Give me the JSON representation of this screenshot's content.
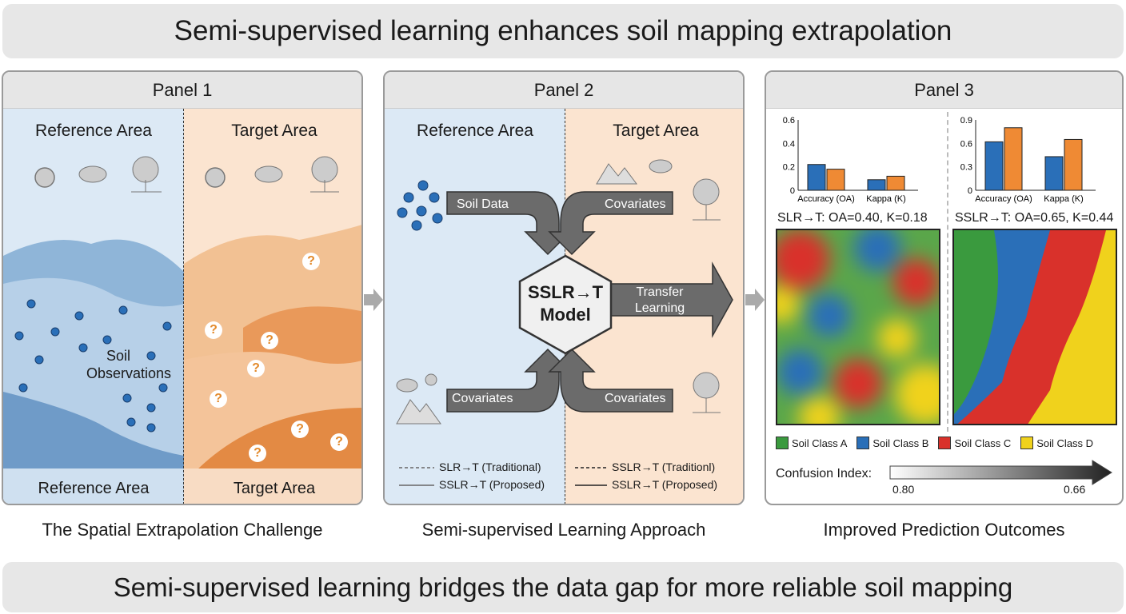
{
  "title": "Semi-supervised learning enhances soil mapping extrapolation",
  "footer": "Semi-supervised learning bridges the data gap for more reliable soil mapping",
  "panel1": {
    "header": "Panel 1",
    "ref_top": "Reference Area",
    "tgt_top": "Target Area",
    "soil_obs": "Soil Observations",
    "ref_bottom": "Reference Area",
    "tgt_bottom": "Target Area",
    "caption": "The Spatial Extrapolation Challenge",
    "question": "?"
  },
  "panel2": {
    "header": "Panel 2",
    "ref_top": "Reference Area",
    "tgt_top": "Target Area",
    "soil_data": "Soil Data",
    "covariates": "Covariates",
    "model_line1": "SSLR→T",
    "model_line2": "Model",
    "transfer": "Transfer Learning",
    "legend": [
      "SLR→T (Traditional)",
      "SSLR→T (Proposed)",
      "SSLR→T (Traditionl)",
      "SSLR→T (Proposed)"
    ],
    "caption": "Semi-supervised Learning Approach"
  },
  "panel3": {
    "header": "Panel 3",
    "caption": "Improved Prediction Outcomes",
    "map_left_title": "SLR→T: OA=0.40, K=0.18",
    "map_right_title": "SSLR→T: OA=0.65, K=0.44",
    "classes": [
      {
        "label": "Soil Class A",
        "color": "#3a9a3e"
      },
      {
        "label": "Soil Class B",
        "color": "#2a6fb8"
      },
      {
        "label": "Soil Class C",
        "color": "#d9312b"
      },
      {
        "label": "Soil Class D",
        "color": "#f0d21c"
      }
    ],
    "confusion_label": "Confusion Index:",
    "confusion_min": "0.80",
    "confusion_max": "0.66"
  },
  "chart_data": [
    {
      "type": "bar",
      "categories": [
        "Accuracy (OA)",
        "Kappa (K)"
      ],
      "ylim": [
        0,
        0.6
      ],
      "yticks": [
        "0",
        "0.2",
        "0.4",
        "0.6"
      ],
      "series": [
        {
          "name": "blue",
          "color": "#2a6fb8",
          "values": [
            0.22,
            0.09
          ]
        },
        {
          "name": "orange",
          "color": "#ef8a34",
          "values": [
            0.18,
            0.12
          ]
        }
      ]
    },
    {
      "type": "bar",
      "categories": [
        "Accuracy (OA)",
        "Kappa (K)"
      ],
      "ylim": [
        0,
        0.9
      ],
      "yticks": [
        "0",
        "0.3",
        "0.6",
        "0.9"
      ],
      "series": [
        {
          "name": "blue",
          "color": "#2a6fb8",
          "values": [
            0.62,
            0.43
          ]
        },
        {
          "name": "orange",
          "color": "#ef8a34",
          "values": [
            0.8,
            0.65
          ]
        }
      ]
    }
  ]
}
